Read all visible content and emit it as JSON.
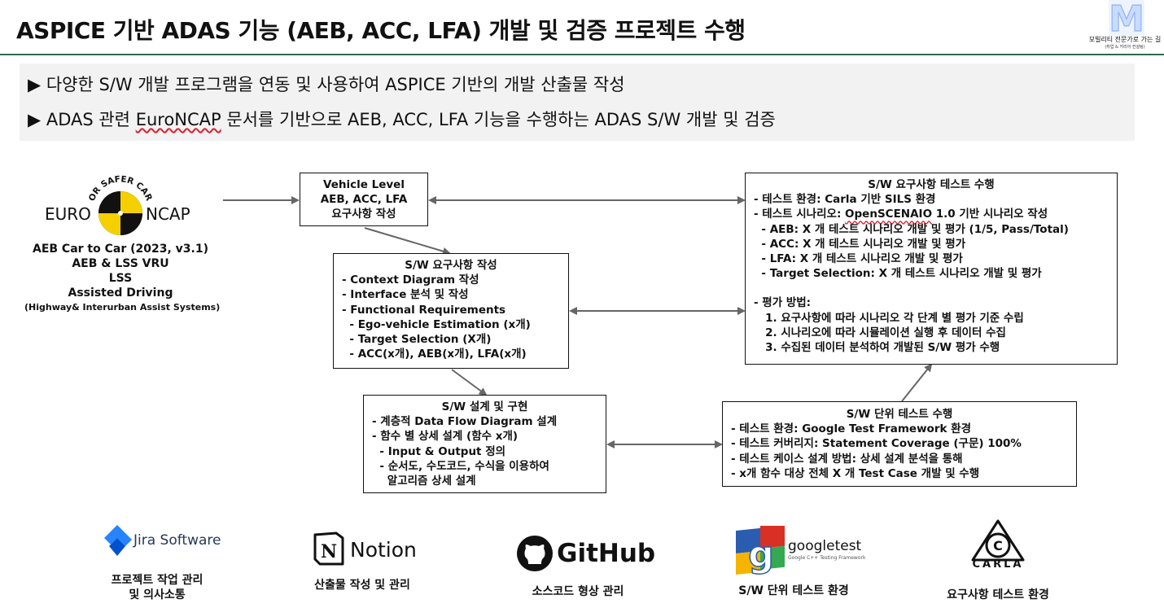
{
  "header": {
    "title": "ASPICE 기반 ADAS 기능 (AEB, ACC, LFA) 개발 및 검증 프로젝트 수행",
    "brand_caption": "모빌리티 전문가로 가는 길",
    "brand_sub": "(취업 & 커리어 컨설팅)",
    "brand_letter": "M"
  },
  "summary": {
    "line1": "▶ 다양한 S/W 개발 프로그램을 연동 및 사용하여 ASPICE 기반의 개발 산출물 작성",
    "line2_pre": "▶ ADAS 관련 ",
    "line2_underlined": "EuroNCAP",
    "line2_post": " 문서를 기반으로 AEB, ACC, LFA 기능을 수행하는 ADAS S/W 개발 및 검증"
  },
  "euroncap": {
    "arc_text": "FOR SAFER CARS",
    "euro": "EURO",
    "ncap": "NCAP",
    "items": [
      "AEB Car to Car (2023, v3.1)",
      "AEB & LSS VRU",
      "LSS",
      "Assisted Driving"
    ],
    "note": "(Highway& Interurban Assist Systems)"
  },
  "vehicle_box": {
    "lines": [
      "Vehicle Level",
      "AEB, ACC, LFA",
      "요구사항 작성"
    ]
  },
  "req_box": {
    "title": "S/W 요구사항 작성",
    "rows": [
      "- Context Diagram 작성",
      "- Interface 분석 및 작성",
      "- Functional Requirements",
      "  - Ego-vehicle Estimation (x개)",
      "  - Target Selection (X개)",
      "  - ACC(x개), AEB(x개), LFA(x개)"
    ]
  },
  "design_box": {
    "title": "S/W 설계 및 구현",
    "rows": [
      "- 계층적 Data Flow Diagram 설계",
      "- 함수 별 상세 설계 (함수 x개)",
      "  - Input & Output 정의",
      "  - 순서도, 수도코드, 수식을 이용하여",
      "    알고리즘 상세 설계"
    ]
  },
  "unit_box": {
    "title": "S/W 단위 테스트 수행",
    "rows": [
      "- 테스트 환경: Google Test Framework 환경",
      "- 테스트 커버리지: Statement Coverage (구문) 100%",
      "- 테스트 케이스 설계 방법: 상세 설계 분석을 통해",
      "- x개 함수 대상 전체 X 개 Test Case 개발 및 수행"
    ]
  },
  "test_box": {
    "title": "S/W 요구사항 테스트 수행",
    "row1": "- 테스트 환경: Carla 기반 SILS 환경",
    "row2_pre": "- 테스트 시나리오: ",
    "row2_underlined": "OpenSCENAIO",
    "row2_post": " 1.0 기반 시나리오 작성",
    "rows": [
      "  - AEB: X 개 테스트 시나리오 개발 및 평가 (1/5, Pass/Total)",
      "  - ACC: X 개 테스트 시나리오 개발 및 평가",
      "  - LFA: X 개 테스트 시나리오 개발 및 평가",
      "  - Target Selection: X 개 테스트 시나리오 개발 및 평가",
      "",
      "- 평가 방법:",
      "   1. 요구사항에 따라 시나리오 각 단계 별 평가 기준 수립",
      "   2. 시나리오에 따라 시뮬레이션 실행 후 데이터 수집",
      "   3. 수집된 데이터 분석하여 개발된 S/W 평가 수행"
    ]
  },
  "tools": [
    {
      "name": "Jira Software",
      "caption1": "프로젝트 작업 관리",
      "caption2": "및 의사소통",
      "icon": "jira-icon"
    },
    {
      "name": "Notion",
      "caption1": "산출물 작성 및 관리",
      "caption2": "",
      "icon": "notion-icon"
    },
    {
      "name": "GitHub",
      "caption1": "소스코드 형상 관리",
      "caption2": "",
      "icon": "github-icon"
    },
    {
      "name": "googletest",
      "sub": "Google C++ Testing Framework",
      "caption1": "S/W 단위 테스트 환경",
      "caption2": "",
      "icon": "googletest-icon"
    },
    {
      "name": "CARLA",
      "caption1": "요구사항 테스트 환경",
      "caption2": "",
      "icon": "carla-icon"
    }
  ],
  "colors": {
    "rule": "#2e6b4e",
    "summary_bg": "#f2f2f2",
    "arrow": "#666666",
    "jira_blue": "#2684FF",
    "ncap_yellow": "#f5d000"
  }
}
